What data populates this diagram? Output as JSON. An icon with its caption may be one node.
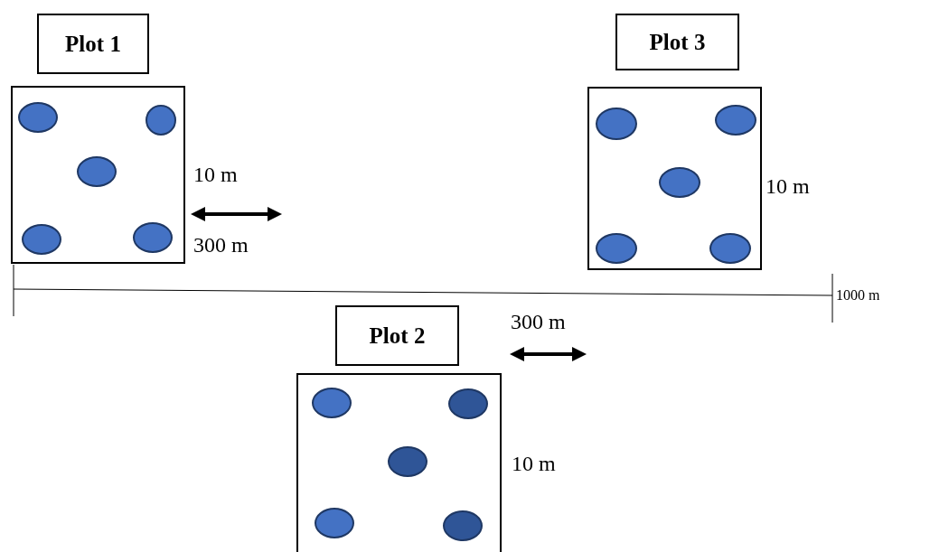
{
  "diagram": {
    "nodes": [
      {
        "text": [
          "Plot 1"
        ]
      },
      {
        "text": [],
        "shape": "box"
      },
      {
        "text": [],
        "shape": "circle",
        "in": 1
      },
      {
        "text": [],
        "shape": "circle",
        "in": 1
      },
      {
        "text": [],
        "shape": "circle",
        "in": 1
      },
      {
        "text": [],
        "shape": "circle",
        "in": 1
      },
      {
        "text": [],
        "shape": "circle",
        "in": 1
      },
      {
        "text": [
          "Plot 3"
        ]
      },
      {
        "text": [],
        "shape": "box"
      },
      {
        "text": [],
        "shape": "circle",
        "in": 8
      },
      {
        "text": [],
        "shape": "circle",
        "in": 8
      },
      {
        "text": [],
        "shape": "circle",
        "in": 8
      },
      {
        "text": [],
        "shape": "circle",
        "in": 8
      },
      {
        "text": [],
        "shape": "circle",
        "in": 8
      },
      {
        "text": [
          "Plot 2"
        ]
      },
      {
        "text": [],
        "shape": "box"
      },
      {
        "text": [],
        "shape": "circle",
        "in": 15
      },
      {
        "text": [],
        "shape": "circle",
        "in": 15
      },
      {
        "text": [],
        "shape": "circle",
        "in": 15
      },
      {
        "text": [],
        "shape": "circle",
        "in": 15
      },
      {
        "text": [],
        "shape": "circle",
        "in": 15
      }
    ],
    "edges": [],
    "labels": [
      "10 m",
      "10 m",
      "300 m",
      "1000 m",
      "300 m",
      "10 m"
    ]
  }
}
